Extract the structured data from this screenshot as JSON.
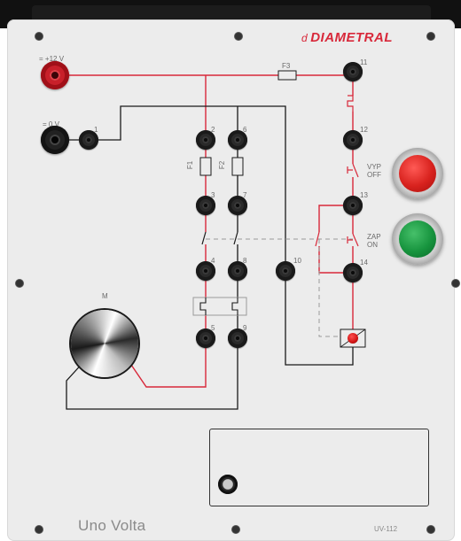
{
  "brand": {
    "name": "DIAMETRAL",
    "mark": "d"
  },
  "terminals": {
    "plus12": "= +12 V",
    "zero": "= 0 V",
    "t1": "1",
    "t2": "2",
    "t3": "3",
    "t4": "4",
    "t5": "5",
    "t6": "6",
    "t7": "7",
    "t8": "8",
    "t9": "9",
    "t10": "10",
    "t11": "11",
    "t12": "12",
    "t13": "13",
    "t14": "14"
  },
  "fuses": {
    "f1": "F1",
    "f2": "F2",
    "f3": "F3"
  },
  "buttons": {
    "off_line1": "VYP",
    "off_line2": "OFF",
    "on_line1": "ZAP",
    "on_line2": "ON"
  },
  "motor": {
    "label": "M"
  },
  "footer": {
    "title": "Uno Volta",
    "model": "UV-112"
  },
  "colors": {
    "accent": "#d8283a",
    "wire_red": "#d8283a",
    "wire_black": "#1a1a1a",
    "panel": "#ececec"
  },
  "icons": [
    "screw-icon",
    "socket-icon",
    "fuse-icon",
    "switch-contact-icon",
    "motor-icon",
    "lamp-icon",
    "lock-icon"
  ]
}
